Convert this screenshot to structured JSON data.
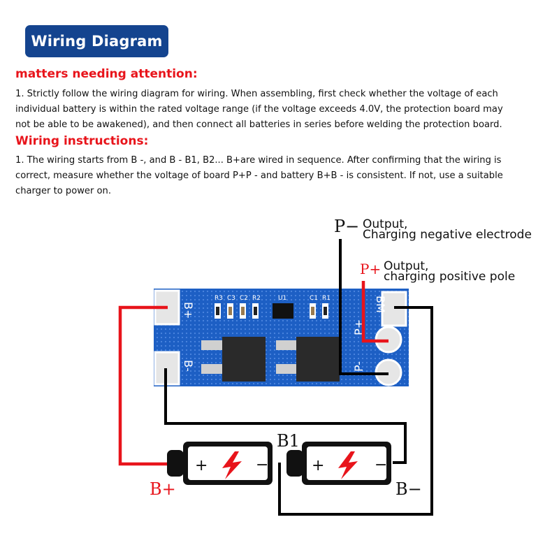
{
  "title": "Wiring Diagram",
  "attention": {
    "heading": "matters needing attention:",
    "line1": "1. Strictly follow the wiring diagram for wiring. When assembling, first check whether the voltage of each",
    "line2": "individual battery is within the rated voltage range (if the voltage exceeds 4.0V, the protection board may",
    "line3": "not be able to be awakened), and then connect all batteries in series before welding the protection board."
  },
  "instructions": {
    "heading": "Wiring instructions:",
    "line1": "1. The wiring starts from B -, and B - B1, B2... B+are wired in sequence. After confirming that the wiring is",
    "line2": "correct, measure whether the voltage of board P+P - and battery B+B - is consistent. If not, use a suitable",
    "line3": "charger to power on."
  },
  "diagram": {
    "p_minus_label": "P−",
    "p_minus_desc_1": "Output,",
    "p_minus_desc_2": "Charging negative electrode",
    "p_plus_label": "P+",
    "p_plus_desc_1": "Output,",
    "p_plus_desc_2": "charging positive pole",
    "board": {
      "b_plus": "B+",
      "b_minus": "B-",
      "bm": "BM",
      "p_plus": "P+",
      "p_minus": "P-",
      "components": [
        "R3",
        "C3",
        "C2",
        "R2",
        "U1",
        "C1",
        "R1"
      ]
    },
    "b1_label": "B1",
    "b_plus_label": "B+",
    "b_minus_label": "B−",
    "battery_plus": "+",
    "battery_minus": "−"
  },
  "colors": {
    "title_bg": "#14448f",
    "heading_red": "#e8141b",
    "wire_red": "#e8141b",
    "wire_black": "#000000",
    "board_blue": "#1d5fc4"
  }
}
